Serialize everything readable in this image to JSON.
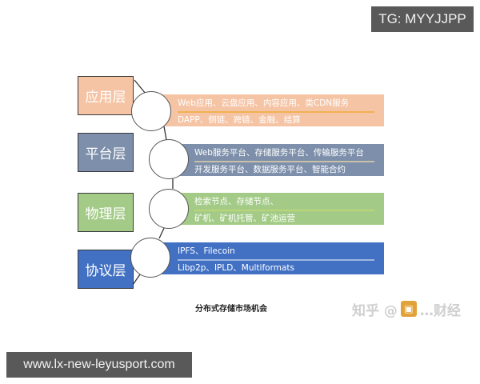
{
  "overlay": {
    "tg_label": "TG: MYYJJPP",
    "url_label": "www.lx-new-leyusport.com"
  },
  "diagram": {
    "title": "分布式存储市场机会",
    "layers": [
      {
        "name": "应用层",
        "color": "#f5c4a5",
        "rule_color": "#f0b050",
        "lines": [
          "Web应用、云盘应用、内容应用、类CDN服务",
          "DAPP、侧链、跨链、金融、结算"
        ]
      },
      {
        "name": "平台层",
        "color": "#7d8faa",
        "rule_color": "#c8c0a8",
        "lines": [
          "Web服务平台、存储服务平台、传输服务平台",
          "开发服务平台、数据服务平台、智能合约"
        ]
      },
      {
        "name": "物理层",
        "color": "#a3cb87",
        "rule_color": "#c9dc6a",
        "lines": [
          "检索节点、存储节点、",
          "矿机、矿机托管、矿池运营"
        ]
      },
      {
        "name": "协议层",
        "color": "#4271c4",
        "rule_color": "#9fb6e0",
        "lines": [
          "IPFS、Filecoin",
          "Libp2p、IPLD、Multiformats"
        ]
      }
    ]
  },
  "watermark": {
    "prefix": "知乎 @",
    "logo_icon": "wallet-icon",
    "suffix": "…财经"
  }
}
